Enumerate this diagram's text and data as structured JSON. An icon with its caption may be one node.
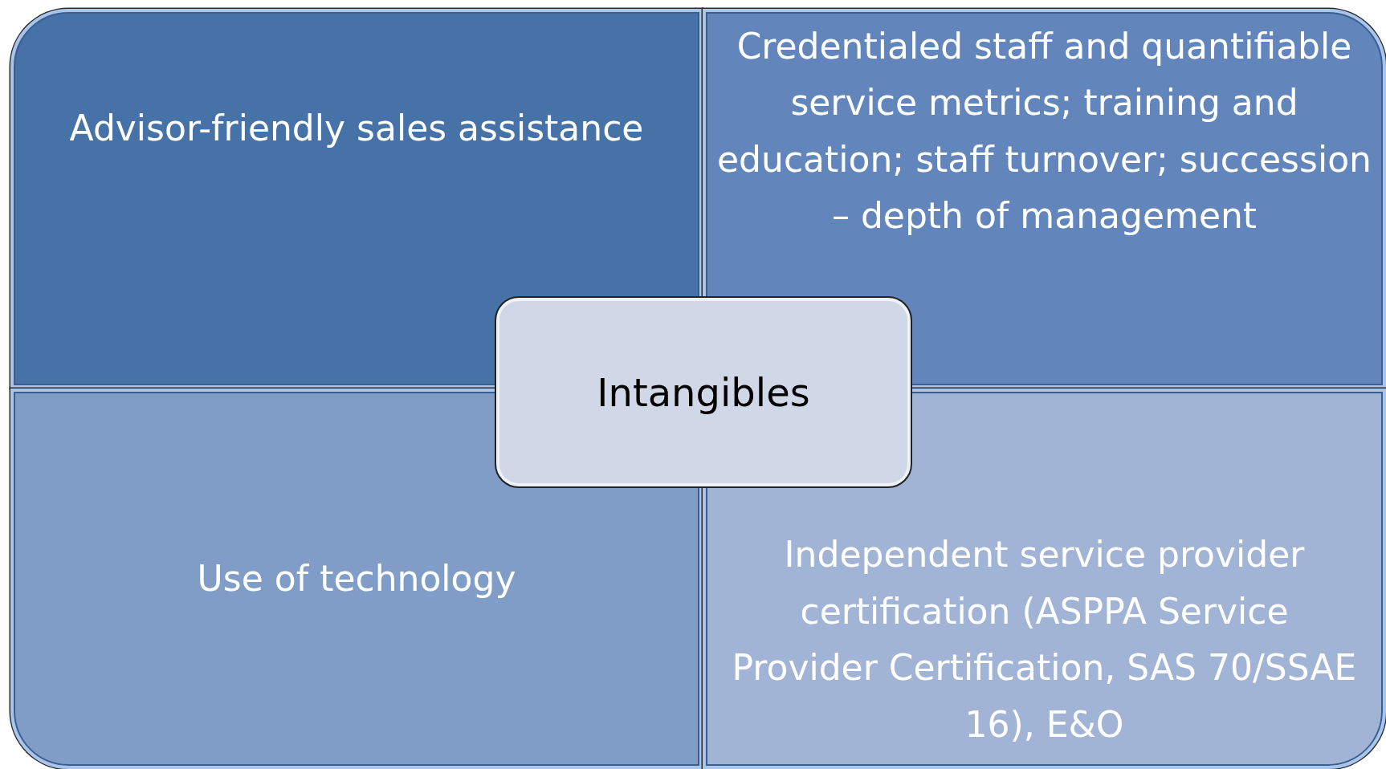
{
  "diagram": {
    "nodes": [
      {
        "text": [
          "Advisor-friendly sales assistance"
        ]
      },
      {
        "text": [
          "Credentialed staff and quantifiable service metrics; training and education; staff turnover; succession – depth of management"
        ]
      },
      {
        "text": [
          "Use of technology"
        ]
      },
      {
        "text": [
          "Independent service provider certification (ASPPA Service Provider Certification, SAS 70/SSAE 16), E&O"
        ]
      },
      {
        "text": [
          "Intangibles"
        ]
      }
    ]
  }
}
